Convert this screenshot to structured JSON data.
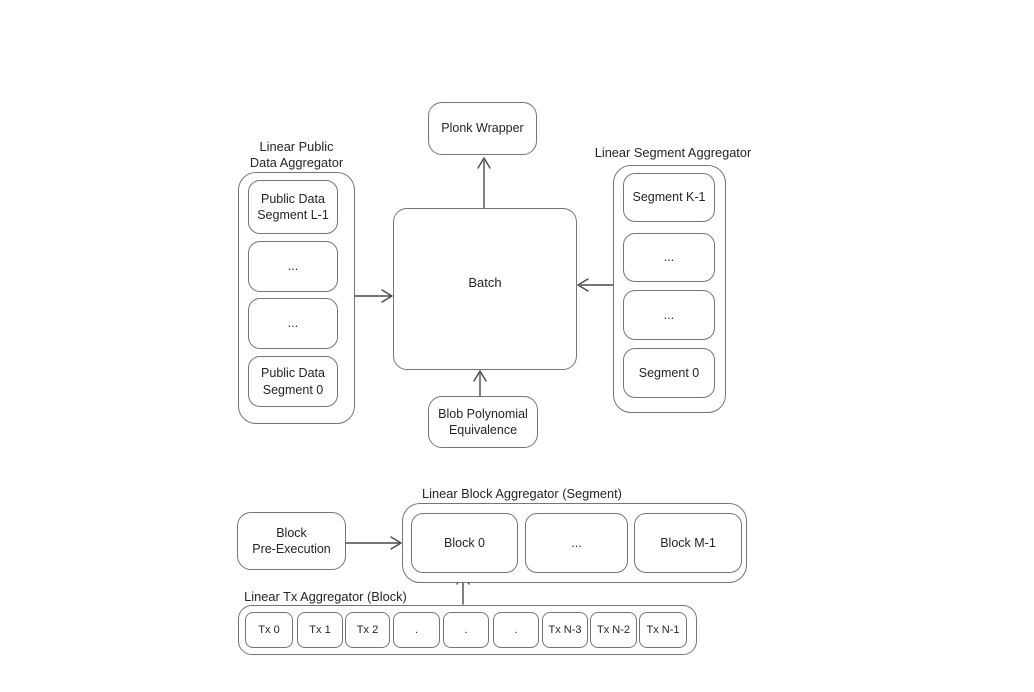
{
  "colors": {
    "background": "#ffffff",
    "box_border": "#757575",
    "arrow": "#4a4a4a",
    "text": "#252525"
  },
  "nodes": {
    "plonk_wrapper": {
      "label": "Plonk Wrapper"
    },
    "batch": {
      "label": "Batch"
    },
    "blob_polynomial_equivalence": {
      "label": "Blob Polynomial\nEquivalence"
    },
    "block_pre_execution": {
      "label": "Block\nPre-Execution"
    }
  },
  "public_data_aggregator": {
    "label": "Linear Public\nData Aggregator",
    "items": [
      {
        "label": "Public Data\nSegment L-1"
      },
      {
        "label": "..."
      },
      {
        "label": "..."
      },
      {
        "label": "Public Data\nSegment 0"
      }
    ]
  },
  "segment_aggregator": {
    "label": "Linear Segment Aggregator",
    "items": [
      {
        "label": "Segment K-1"
      },
      {
        "label": "..."
      },
      {
        "label": "..."
      },
      {
        "label": "Segment 0"
      }
    ]
  },
  "block_aggregator": {
    "label": "Linear Block Aggregator (Segment)",
    "items": [
      {
        "label": "Block 0"
      },
      {
        "label": "..."
      },
      {
        "label": "Block M-1"
      }
    ]
  },
  "tx_aggregator": {
    "label": "Linear Tx Aggregator (Block)",
    "items": [
      {
        "label": "Tx 0"
      },
      {
        "label": "Tx 1"
      },
      {
        "label": "Tx 2"
      },
      {
        "label": "."
      },
      {
        "label": "."
      },
      {
        "label": "."
      },
      {
        "label": "Tx N-3"
      },
      {
        "label": "Tx N-2"
      },
      {
        "label": "Tx N-1"
      }
    ]
  },
  "arrows": [
    {
      "name": "batch-to-plonk-wrapper"
    },
    {
      "name": "public-data-aggregator-to-batch"
    },
    {
      "name": "segment-aggregator-to-batch"
    },
    {
      "name": "blob-equivalence-to-batch"
    },
    {
      "name": "block-pre-execution-to-block-aggregator"
    },
    {
      "name": "tx-aggregator-to-block-0"
    }
  ]
}
